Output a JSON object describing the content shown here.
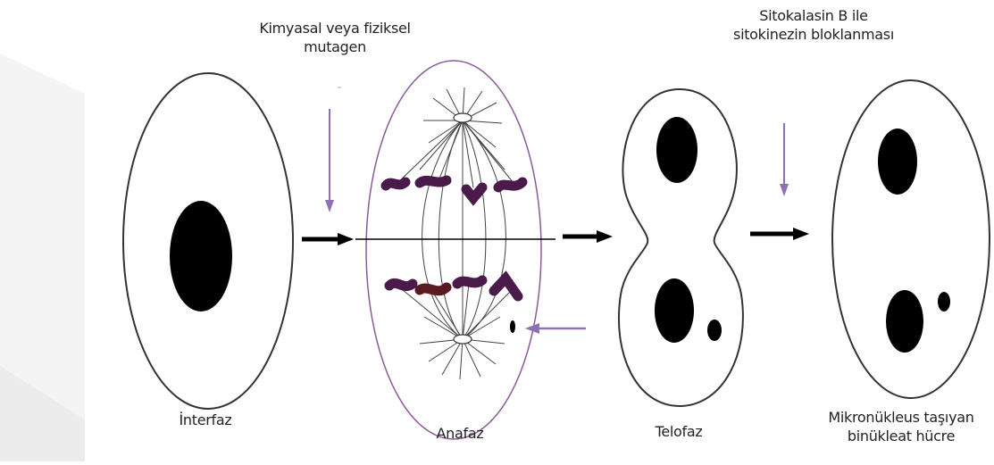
{
  "annotations": {
    "mutagen_line1": "Kimyasal veya fiziksel",
    "mutagen_line2": "mutagen",
    "cytob_line1": "Sitokalasin B ile",
    "cytob_line2": "sitokinezin bloklanması"
  },
  "stages": {
    "interphase": "İnterfaz",
    "anaphase": "Anafaz",
    "telophase": "Telofaz",
    "binucleate_line1": "Mikronükleus taşıyan",
    "binucleate_line2": "binükleat hücre"
  },
  "colors": {
    "cell_outline": "#333333",
    "anaphase_outline": "#8a5a9a",
    "chromosome": "#4a1a4a",
    "chromosome_red": "#5a1a22",
    "purple_arrow": "#8c72b2",
    "nucleus": "#000000"
  }
}
